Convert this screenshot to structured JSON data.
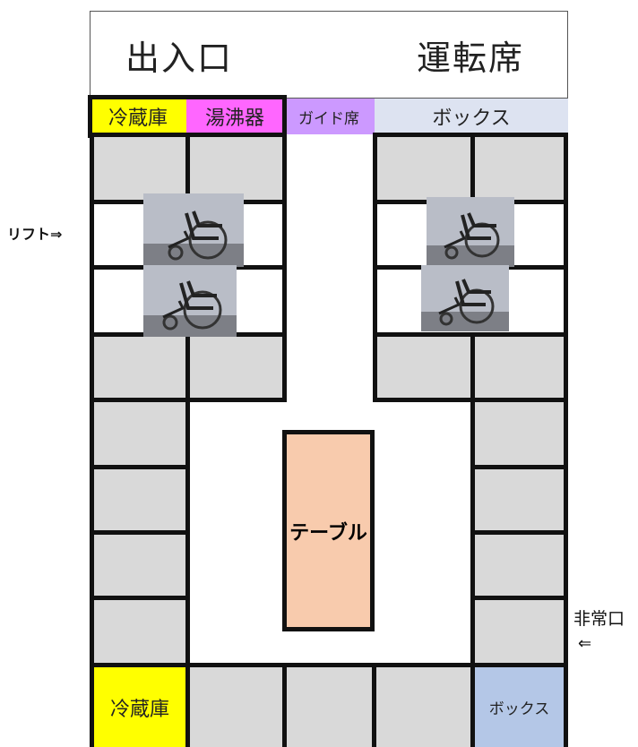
{
  "top": {
    "entrance": "出入口",
    "driver_seat": "運転席"
  },
  "band": {
    "fridge": "冷蔵庫",
    "kettle": "湯沸器",
    "guide_seat": "ガイド席",
    "box": "ボックス"
  },
  "table_label": "テーブル",
  "lift_label": "リフト⇒",
  "emergency_exit": "非常口",
  "emergency_arrow": "⇐",
  "bottom": {
    "fridge": "冷蔵庫",
    "box": "ボックス"
  },
  "colors": {
    "fridge": "#ffff00",
    "kettle": "#ff66ff",
    "guide_seat": "#cc99ff",
    "box_top": "#dde3f1",
    "box_bottom": "#b4c7e7",
    "seat": "#d9d9d9",
    "table": "#f8cbad"
  },
  "icons": [
    "wheelchair-icon"
  ]
}
